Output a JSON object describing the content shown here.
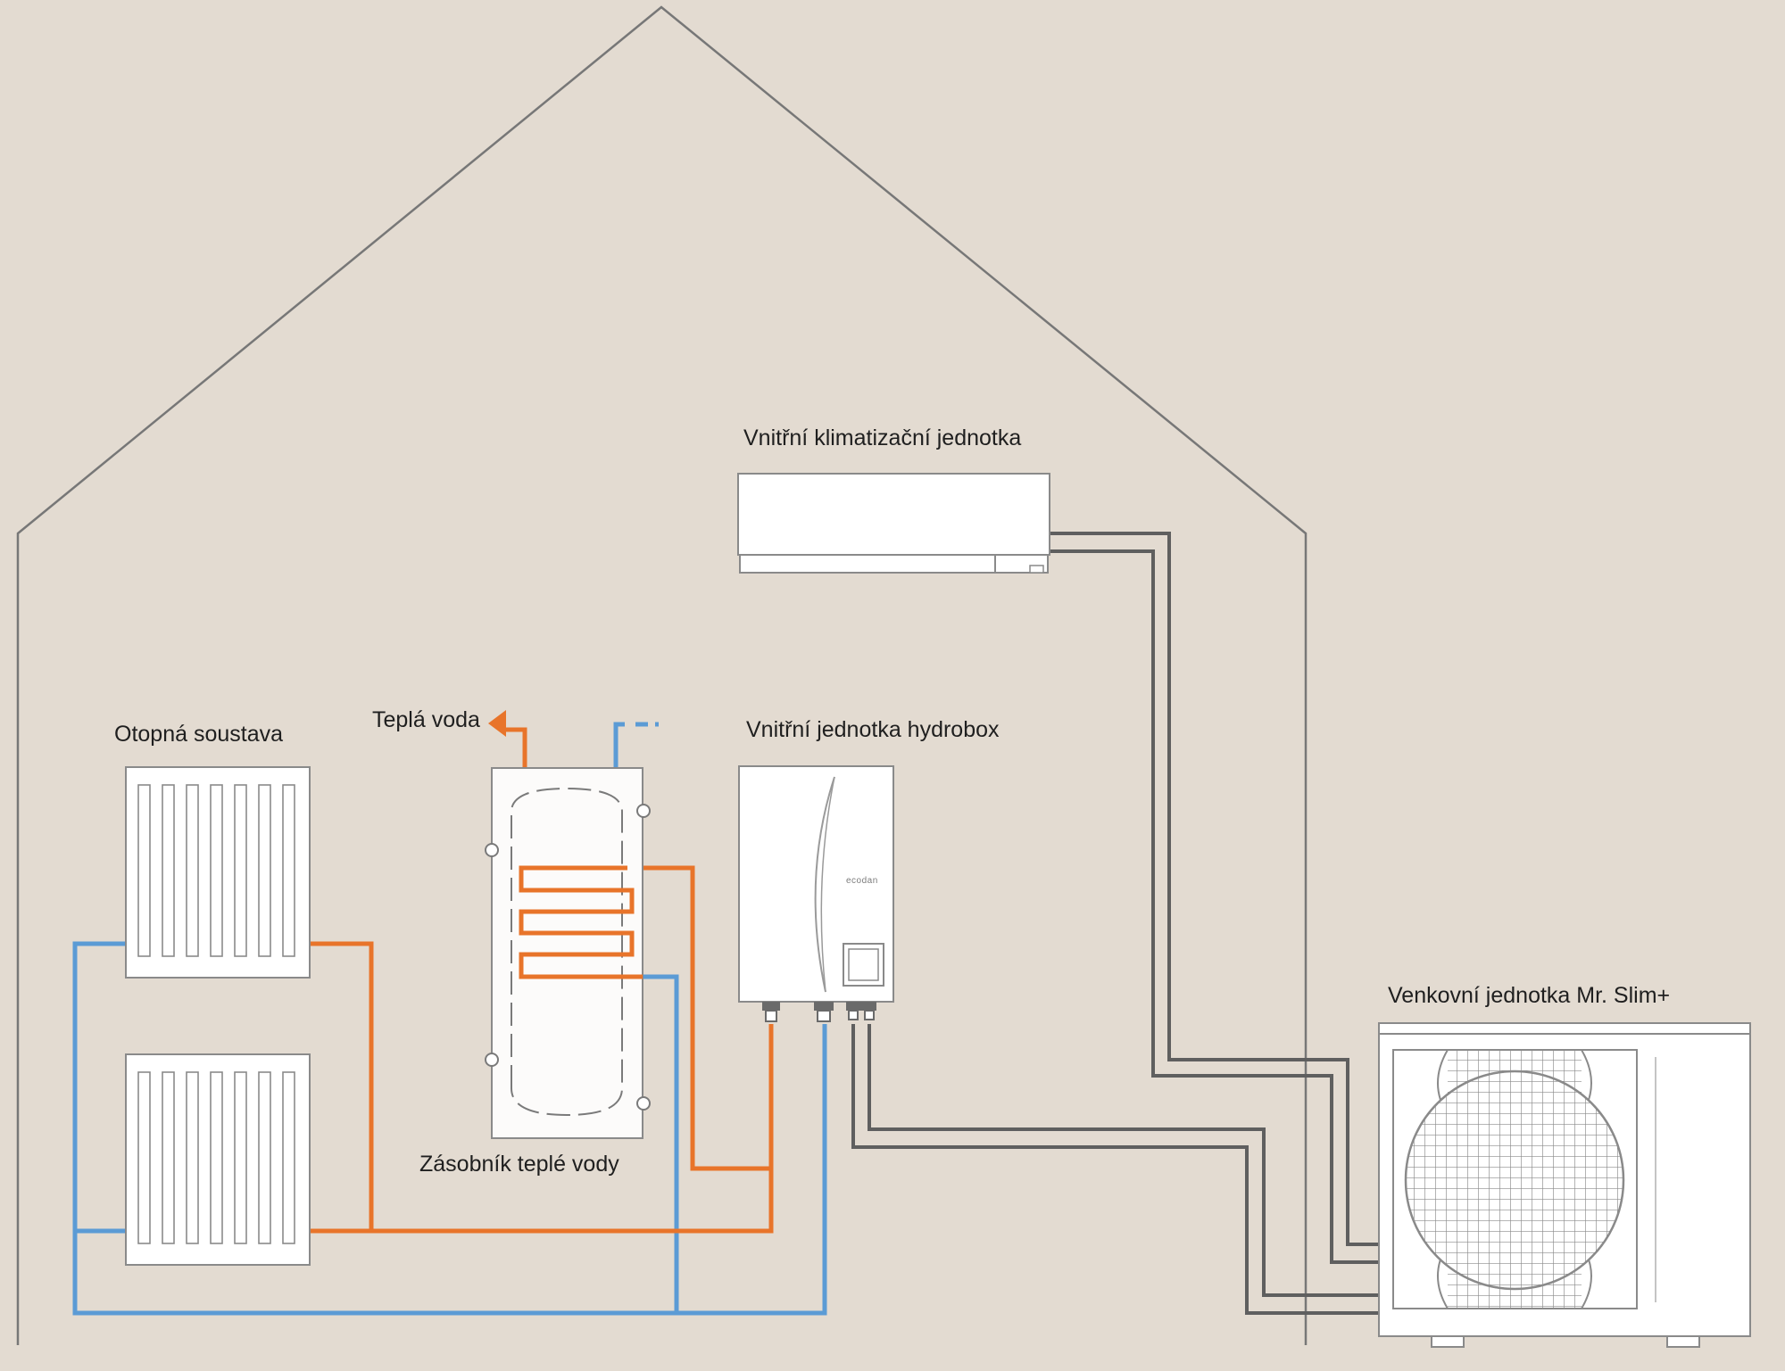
{
  "labels": {
    "ac_indoor": "Vnitřní klimatizační jednotka",
    "heating": "Otopná soustava",
    "hot_water": "Teplá voda",
    "hydrobox": "Vnitřní jednotka hydrobox",
    "tank": "Zásobník teplé vody",
    "outdoor": "Venkovní jednotka Mr. Slim+"
  },
  "logo": {
    "text": "ecodan"
  },
  "colors": {
    "background": "#e3dbd1",
    "hot_pipe": "#e8742a",
    "cold_pipe": "#5b9bd5",
    "refrigerant_pipe": "#5f5f5f",
    "outline": "#777777",
    "unit_fill": "#ffffff"
  }
}
